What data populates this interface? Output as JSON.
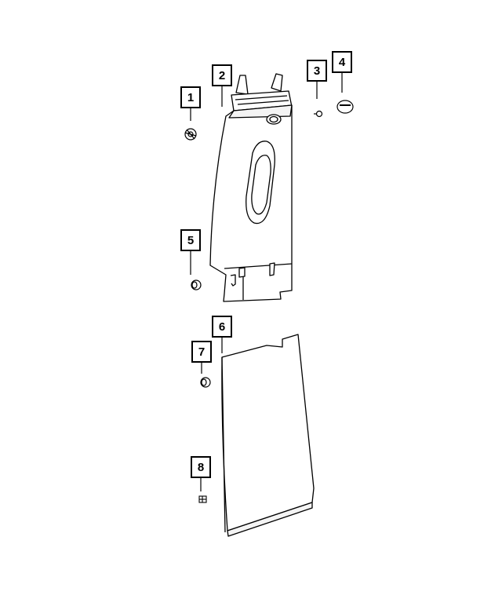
{
  "callouts": [
    {
      "id": "1",
      "label": "1"
    },
    {
      "id": "2",
      "label": "2"
    },
    {
      "id": "3",
      "label": "3"
    },
    {
      "id": "4",
      "label": "4"
    },
    {
      "id": "5",
      "label": "5"
    },
    {
      "id": "6",
      "label": "6"
    },
    {
      "id": "7",
      "label": "7"
    },
    {
      "id": "8",
      "label": "8"
    }
  ],
  "colors": {
    "line": "#000000",
    "background": "#ffffff",
    "part_shade": "#f4f4f4"
  }
}
